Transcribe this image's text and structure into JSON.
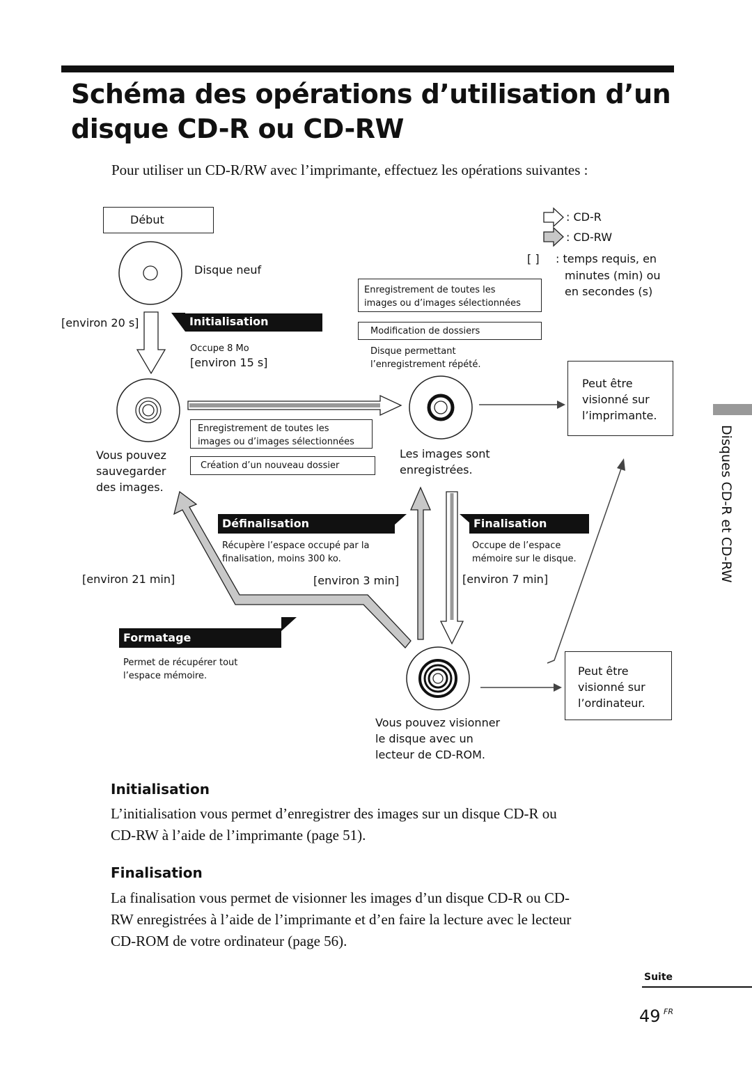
{
  "title": "Schéma des opérations d’utilisation d’un disque CD-R ou CD-RW",
  "intro": "Pour utiliser un CD-R/RW avec l’imprimante, effectuez les opérations suivantes :",
  "legend": {
    "cdr": ": CD-R",
    "cdrw": ": CD-RW",
    "brackets": "[ ]",
    "time_line1": ": temps requis, en",
    "time_line2": "minutes (min) ou",
    "time_line3": "en secondes (s)"
  },
  "diagram": {
    "debut": "Début",
    "disque_neuf": "Disque neuf",
    "environ_20s": "[environ 20 s]",
    "init_banner": "Initialisation",
    "occupe_8mo": "Occupe 8 Mo",
    "environ_15s": "[environ 15 s]",
    "rec_all_top_l1": "Enregistrement de toutes les",
    "rec_all_top_l2": "images ou d’images sélectionnées",
    "modif_dossiers": "Modification de dossiers",
    "disque_perm_l1": "Disque permettant",
    "disque_perm_l2": "l’enregistrement répété.",
    "peut_imprimante_l1": "Peut être",
    "peut_imprimante_l2": "visionné sur",
    "peut_imprimante_l3": "l’imprimante.",
    "rec_all_mid_l1": "Enregistrement de toutes les",
    "rec_all_mid_l2": "images ou d’images sélectionnées",
    "creation_dossier": "Création d’un nouveau dossier",
    "vous_pouvez_l1": "Vous pouvez",
    "vous_pouvez_l2": "sauvegarder",
    "vous_pouvez_l3": "des images.",
    "images_enreg_l1": "Les images sont",
    "images_enreg_l2": "enregistrées.",
    "definalisation_banner": "Définalisation",
    "recupere_l1": "Récupère l’espace occupé par la",
    "recupere_l2": "finalisation, moins 300 ko.",
    "finalisation_banner": "Finalisation",
    "occupe_espace_l1": "Occupe de l’espace",
    "occupe_espace_l2": "mémoire sur le disque.",
    "environ_21min": "[environ 21 min]",
    "environ_3min": "[environ 3 min]",
    "environ_7min": "[environ 7 min]",
    "formatage_banner": "Formatage",
    "permet_recup_l1": "Permet de récupérer tout",
    "permet_recup_l2": "l’espace mémoire.",
    "peut_ordinateur_l1": "Peut être",
    "peut_ordinateur_l2": "visionné sur",
    "peut_ordinateur_l3": "l’ordinateur.",
    "visionner_l1": "Vous pouvez visionner",
    "visionner_l2": "le disque avec un",
    "visionner_l3": "lecteur de CD-ROM."
  },
  "sections": [
    {
      "heading": "Initialisation",
      "line1": "L’initialisation vous permet d’enregistrer des images sur un disque CD-R ou",
      "line2": "CD-RW à l’aide de l’imprimante (page 51)."
    },
    {
      "heading": "Finalisation",
      "line1": "La finalisation vous permet de visionner les images d’un disque CD-R ou CD-",
      "line2": "RW enregistrées à l’aide de l’imprimante et d’en faire la lecture avec le lecteur",
      "line3": "CD-ROM de votre ordinateur (page 56)."
    }
  ],
  "side_tab": "Disques CD-R et CD-RW",
  "footer": {
    "suite": "Suite",
    "page_number": "49",
    "page_lang": "FR"
  },
  "colors": {
    "cdr_arrow_fill": "#ffffff",
    "cdrw_arrow_fill": "#c8c8c8",
    "banner": "#111111"
  }
}
